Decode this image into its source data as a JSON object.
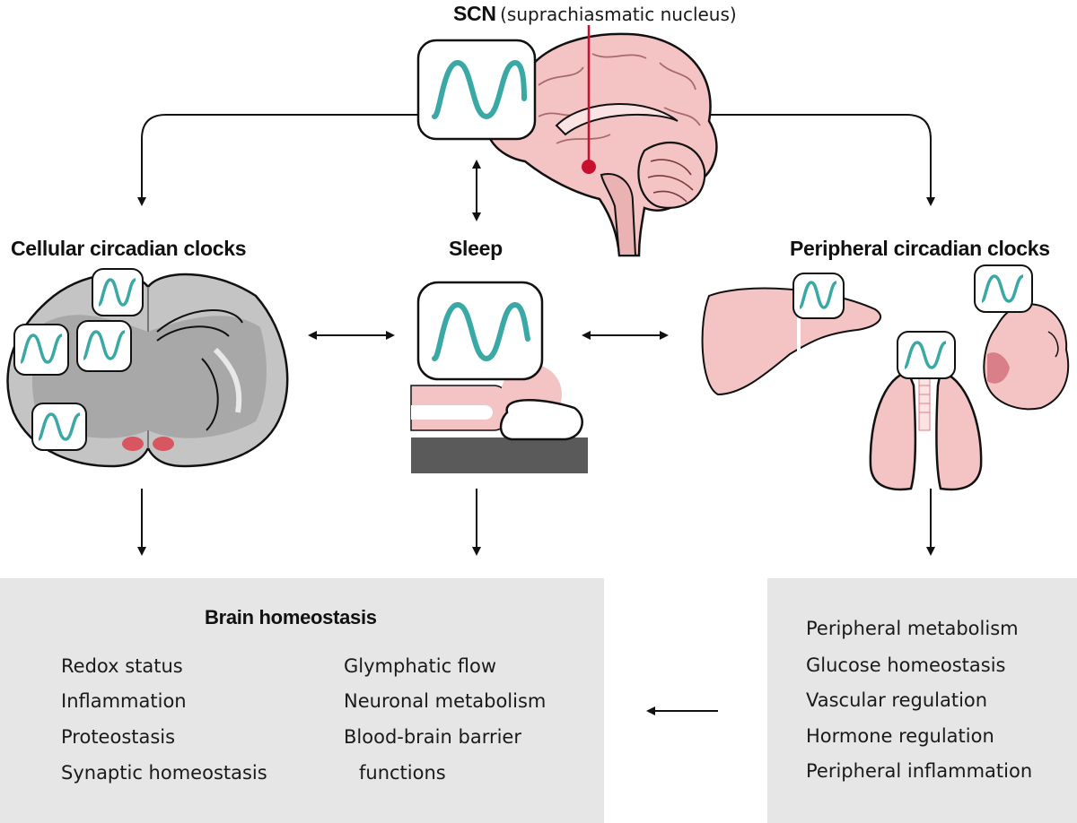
{
  "scn": {
    "title": "SCN",
    "subtitle": "(suprachiasmatic nucleus)"
  },
  "columns": {
    "cellular": "Cellular circadian clocks",
    "sleep": "Sleep",
    "peripheral": "Peripheral circadian clocks"
  },
  "brain_homeostasis": {
    "title": "Brain homeostasis",
    "left_items": [
      "Redox status",
      "Inflammation",
      "Proteostasis",
      "Synaptic homeostasis"
    ],
    "right_items": [
      "Glymphatic flow",
      "Neuronal metabolism",
      "Blood-brain barrier",
      "functions"
    ]
  },
  "peripheral_box": {
    "items": [
      "Peripheral metabolism",
      "Glucose homeostasis",
      "Vascular regulation",
      "Hormone regulation",
      "Peripheral inflammation"
    ]
  },
  "colors": {
    "oscillation": "#3aa9a6",
    "organ_pink": "#f2c2c2",
    "organ_pink_dark": "#d97f89",
    "scn_red": "#c8102e",
    "brain_gray": "#bdbdbd",
    "box_gray": "#e6e6e6",
    "bed_gray": "#5a5a5a"
  }
}
